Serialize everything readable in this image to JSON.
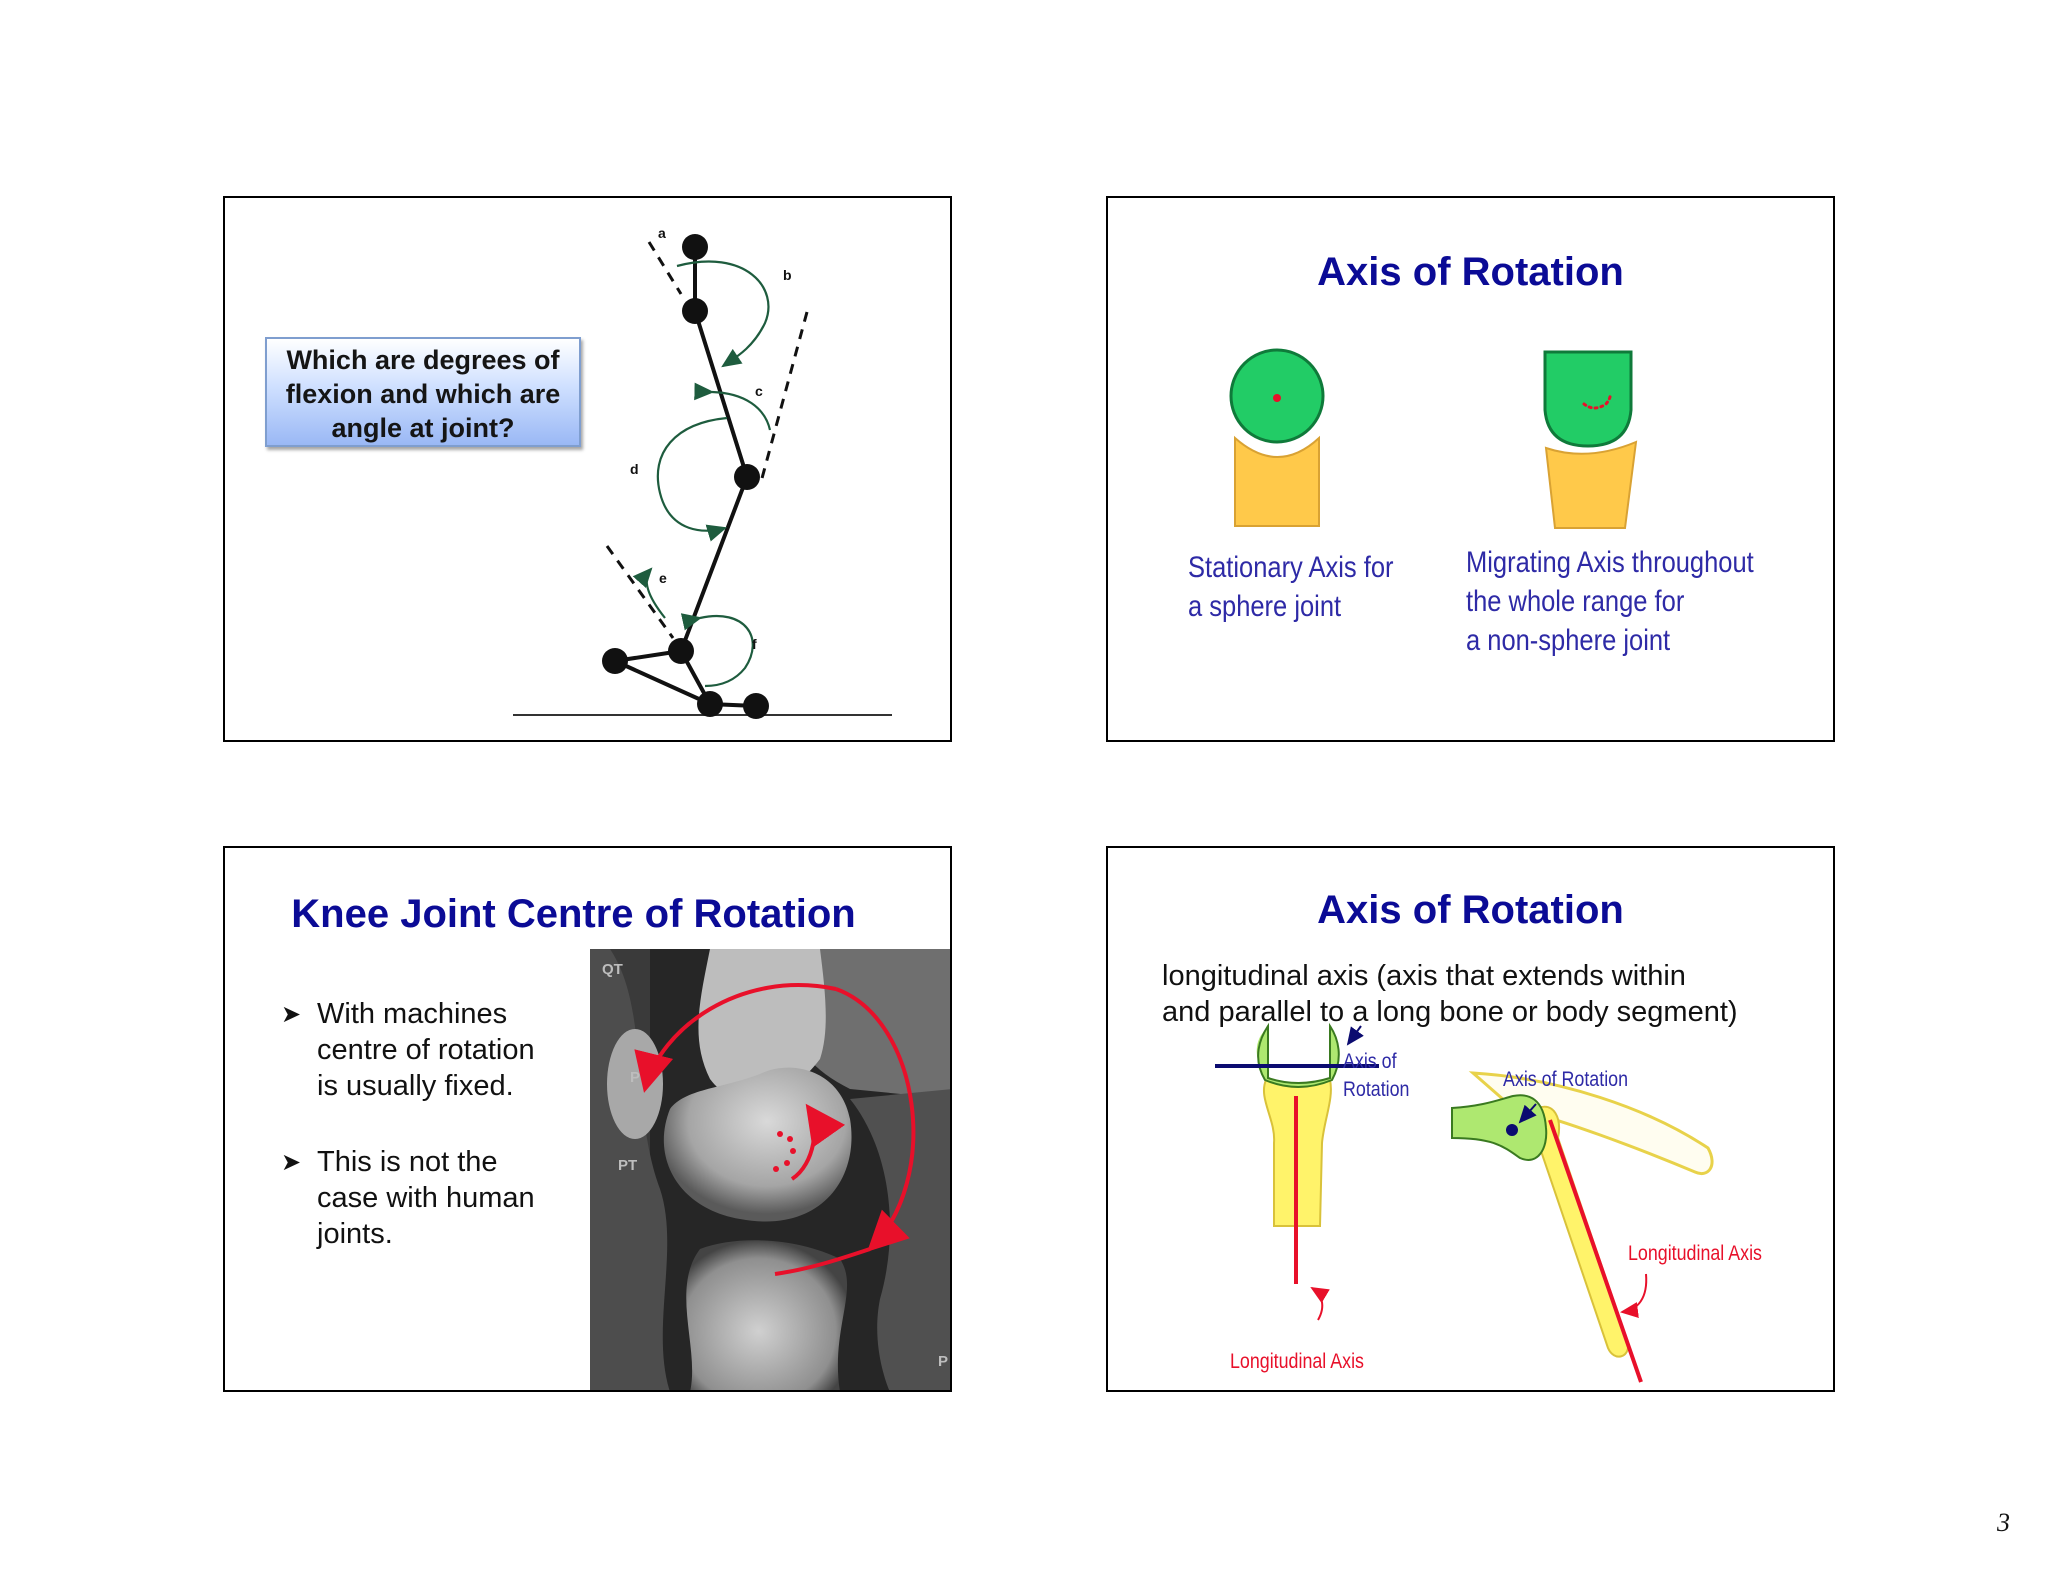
{
  "slides": [
    {
      "question": "Which are degrees of flexion and which are angle at joint?",
      "angle_labels": [
        "a",
        "b",
        "c",
        "d",
        "e",
        "f"
      ]
    },
    {
      "title": "Axis of Rotation",
      "caption_left": [
        "Stationary Axis for",
        "a sphere joint"
      ],
      "caption_right": [
        "Migrating Axis throughout",
        "the whole range for",
        "a non-sphere joint"
      ]
    },
    {
      "title": "Knee Joint Centre of Rotation",
      "bullets": [
        [
          "With machines",
          "centre of rotation",
          "is usually fixed."
        ],
        [
          "This is not the",
          "case with human",
          "joints."
        ]
      ],
      "mri_labels": [
        "QT",
        "P",
        "PT",
        "P"
      ]
    },
    {
      "title": "Axis of Rotation",
      "body": [
        "longitudinal axis (axis that extends within",
        "and parallel to a long bone or body segment)"
      ],
      "labels": {
        "axis_left_line1": "Axis of",
        "axis_left_line2": "Rotation",
        "axis_right": "Axis of Rotation",
        "long_left": "Longitudinal Axis",
        "long_right": "Longitudinal Axis"
      }
    }
  ],
  "page_number": "3",
  "colors": {
    "title_blue": "#0b0b96",
    "caption_blue": "#2e2aa6",
    "green": "#22cc66",
    "orange": "#ffc94a",
    "red": "#e8102a",
    "yellow": "#fff36a"
  }
}
